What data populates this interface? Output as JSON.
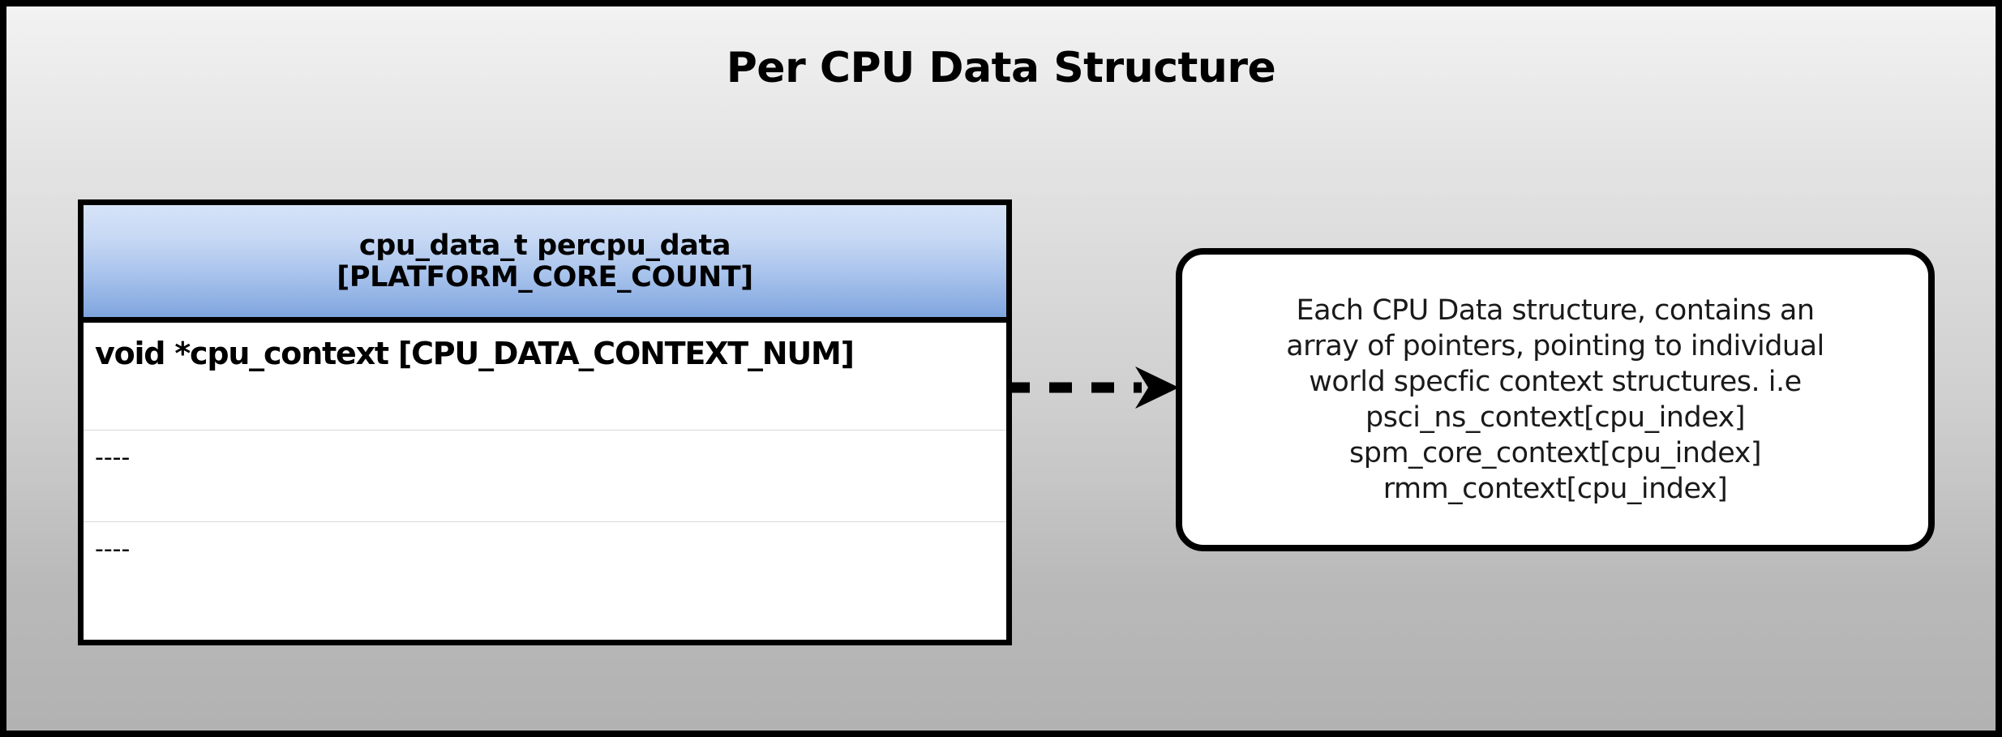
{
  "diagram": {
    "title": "Per CPU Data Structure",
    "background_top_color": "#f2f2f2",
    "background_bottom_color": "#b2b2b2",
    "border_color": "#000000"
  },
  "struct_table": {
    "header": {
      "line1": "cpu_data_t percpu_data",
      "line2": "[PLATFORM_CORE_COUNT]",
      "gradient_top_color": "#d6e3f8",
      "gradient_bottom_color": "#7ea4de"
    },
    "rows": [
      {
        "text": "void *cpu_context [CPU_DATA_CONTEXT_NUM]"
      },
      {
        "text": "----"
      },
      {
        "text": "----"
      }
    ]
  },
  "connector": {
    "icon": "dashed-arrow-right-icon",
    "style": "dashed",
    "color": "#000000"
  },
  "note_callout": {
    "text": "Each CPU Data structure, contains an\narray of pointers, pointing to individual\nworld specfic context structures. i.e\npsci_ns_context[cpu_index]\nspm_core_context[cpu_index]\nrmm_context[cpu_index]",
    "border_color": "#000000",
    "background_color": "#ffffff"
  }
}
